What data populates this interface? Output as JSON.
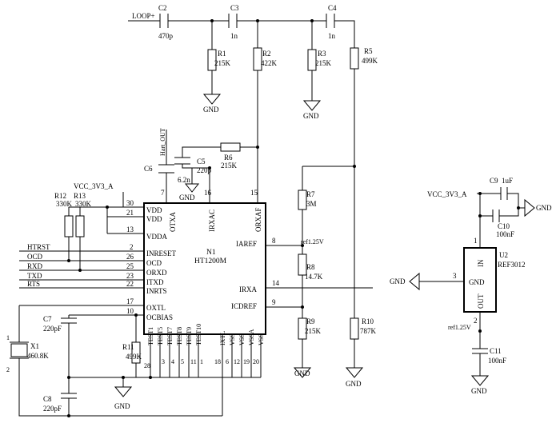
{
  "capacitors": {
    "c2": {
      "ref": "C2",
      "value": "470p"
    },
    "c3": {
      "ref": "C3",
      "value": "1n"
    },
    "c4": {
      "ref": "C4",
      "value": "1n"
    },
    "c5": {
      "ref": "C5",
      "value": "220p"
    },
    "c6": {
      "ref": "C6",
      "value": "6.2n"
    },
    "c7": {
      "ref": "C7",
      "value": "220pF"
    },
    "c8": {
      "ref": "C8",
      "value": "220pF"
    },
    "c9": {
      "ref": "C9",
      "value": "1uF"
    },
    "c10": {
      "ref": "C10",
      "value": "100nF"
    },
    "c11": {
      "ref": "C11",
      "value": "100nF"
    }
  },
  "resistors": {
    "r1": {
      "ref": "R1",
      "value": "215K"
    },
    "r2": {
      "ref": "R2",
      "value": "422K"
    },
    "r3": {
      "ref": "R3",
      "value": "215K"
    },
    "r5": {
      "ref": "R5",
      "value": "499K"
    },
    "r6": {
      "ref": "R6",
      "value": "215K"
    },
    "r7": {
      "ref": "R7",
      "value": "3M"
    },
    "r8": {
      "ref": "R8",
      "value": "14.7K"
    },
    "r9": {
      "ref": "R9",
      "value": "215K"
    },
    "r10": {
      "ref": "R10",
      "value": "787K"
    },
    "r11": {
      "ref": "R11",
      "value": "499K"
    },
    "r12": {
      "ref": "R12",
      "value": "330K"
    },
    "r13": {
      "ref": "R13",
      "value": "330K"
    }
  },
  "crystal": {
    "ref": "X1",
    "value": "460.8K",
    "pin1": "1",
    "pin2": "2"
  },
  "nets": {
    "loop": "LOOP+",
    "hart_out": "Hart_OUT",
    "vcc_left": "VCC_3V3_A",
    "vcc_right": "VCC_3V3_A",
    "ref125": "ref1.25V",
    "ref125_b": "ref1.25V",
    "gnd": "GND"
  },
  "signals": {
    "htrst": "HTRST",
    "ocd": "OCD",
    "rxd": "RXD",
    "txd": "TXD",
    "rts": "RTS"
  },
  "n1": {
    "ref": "N1",
    "part": "HT1200M",
    "pins_left": [
      {
        "num": "30",
        "name": "VDD"
      },
      {
        "num": "21",
        "name": "VDD"
      },
      {
        "num": "13",
        "name": "VDDA"
      },
      {
        "num": "2",
        "name": "INRESET"
      },
      {
        "num": "26",
        "name": "OCD"
      },
      {
        "num": "25",
        "name": "ORXD"
      },
      {
        "num": "23",
        "name": "ITXD"
      },
      {
        "num": "22",
        "name": "INRTS"
      },
      {
        "num": "17",
        "name": "OXTL"
      },
      {
        "num": "10",
        "name": "OCBIAS"
      }
    ],
    "pins_top": [
      {
        "num": "7",
        "name": "OTXA"
      },
      {
        "num": "16",
        "name": "IRXAC"
      },
      {
        "num": "15",
        "name": "ORXAF"
      }
    ],
    "pins_right": [
      {
        "num": "8",
        "name": "IAREF"
      },
      {
        "num": "14",
        "name": "IRXA"
      },
      {
        "num": "9",
        "name": "ICDREF"
      }
    ],
    "pins_bottom": [
      {
        "num": "28",
        "name": "TEST1"
      },
      {
        "num": "3",
        "name": "TEST5"
      },
      {
        "num": "4",
        "name": "TEST7"
      },
      {
        "num": "5",
        "name": "TEST8"
      },
      {
        "num": "11",
        "name": "TEST9"
      },
      {
        "num": "1",
        "name": "TEST10"
      },
      {
        "num": "18",
        "name": "IXTL"
      },
      {
        "num": "6",
        "name": "VSS"
      },
      {
        "num": "12",
        "name": "VSS"
      },
      {
        "num": "19",
        "name": "VSSA"
      },
      {
        "num": "20",
        "name": "VSS"
      }
    ]
  },
  "u2": {
    "ref": "U2",
    "part": "REF3012",
    "pin_in_num": "1",
    "pin_in_name": "IN",
    "pin_gnd_num": "3",
    "pin_gnd_name": "GND",
    "pin_out_num": "2",
    "pin_out_name": "OUT"
  }
}
